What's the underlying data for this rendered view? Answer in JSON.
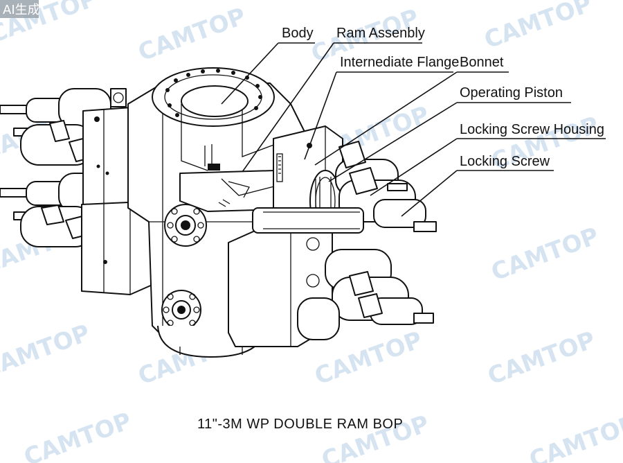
{
  "badge": "AI生成",
  "watermark": "CAMTOP",
  "labels": {
    "body": "Body",
    "ram_assembly": "Ram Assenbly",
    "intermediate_flange": "Internediate Flange",
    "bonnet": "Bonnet",
    "operating_piston": "Operating Piston",
    "locking_screw_housing": "Locking Screw Housing",
    "locking_screw": "Locking Screw"
  },
  "caption": "11\"-3M WP DOUBLE RAM BOP",
  "colors": {
    "line": "#111111",
    "watermark": "#cfe0f0",
    "background": "#ffffff"
  }
}
